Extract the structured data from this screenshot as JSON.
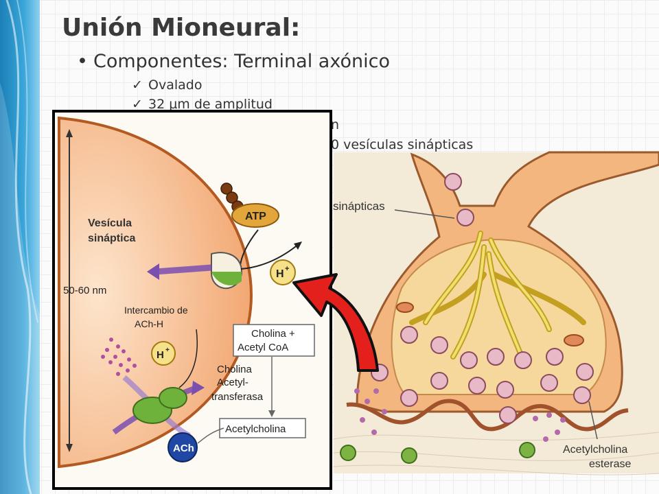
{
  "slide": {
    "title": "Unión Mioneural:",
    "bullet": "Componentes: Terminal axónico",
    "checks": [
      "Ovalado",
      "32 µm de amplitud"
    ],
    "partial_lines": [
      "n",
      "0 vesículas sinápticas"
    ]
  },
  "inset": {
    "vesicle_label_1": "Vesícula",
    "vesicle_label_2": "sináptica",
    "atp": "ATP",
    "h_plus": "H",
    "plus_sign": "+",
    "dimension": "50-60 nm",
    "exchange_1": "Intercambio de",
    "exchange_2": "ACh-H",
    "choline_box_1": "Cholina +",
    "choline_box_2": "Acetyl CoA",
    "enzyme_1": "Cholina",
    "enzyme_2": "Acetyl-",
    "enzyme_3": "transferasa",
    "ach_box": "Acetylcholina",
    "ach_ball": "ACh"
  },
  "background_diagram": {
    "vesicles_label": "sinápticas",
    "esterase_1": "Acetylcholina",
    "esterase_2": "esterase"
  },
  "colors": {
    "accent_blue": "#2b8fc4",
    "arrow_red": "#e3201b",
    "vesicle_orange": "#f2b07a",
    "title_gray": "#3a3a3a"
  }
}
